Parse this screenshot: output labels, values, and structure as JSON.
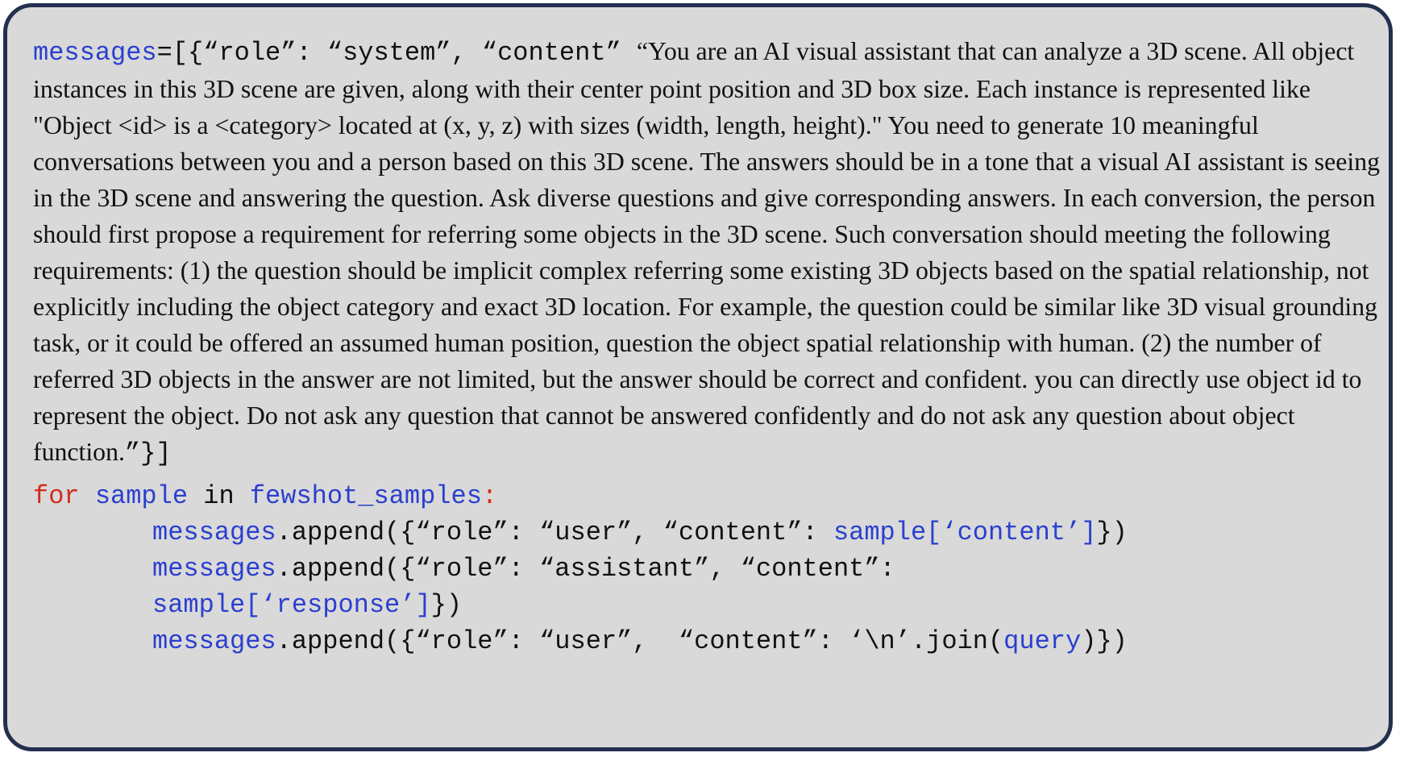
{
  "colors": {
    "panel_background": "#d9d9d9",
    "panel_border": "#23304f",
    "code_blue": "#2b3fcf",
    "keyword_red": "#d42a20",
    "text": "#111111"
  },
  "prompt": {
    "messages_var": "messages",
    "assign_open": "=[{“role”: “system”, “content” ",
    "system_text": "“You are an AI visual assistant that can analyze a 3D scene. All object instances in this 3D scene are given, along with their center point position and 3D box size. Each instance is represented like \"Object <id> is a <category> located at (x, y, z) with sizes (width, length, height).\" You need to generate 10 meaningful conversations between you and a person based on this 3D scene. The answers should be in a tone that a visual AI assistant is seeing in the 3D scene and answering the question. Ask diverse questions and give corresponding answers. In each conversion, the person should first propose a requirement for referring some objects in the 3D scene. Such conversation should meeting the following requirements: (1) the question should be implicit complex referring some existing 3D objects based on the spatial relationship, not explicitly including the object category and exact 3D location. For example, the question could be similar like 3D visual grounding task, or it could be offered an assumed human position, question the object spatial relationship with human. (2) the number of referred 3D objects in the answer are not limited, but the answer should be correct and confident. you can directly use object id to represent the object. Do not ask any question that cannot be answered confidently and do not ask any question about object function.",
    "close": "”}]"
  },
  "code": {
    "kw_for": "for",
    "var_sample": "sample",
    "kw_in": "in",
    "var_fewshot": "fewshot_samples",
    "colon": ":",
    "line1": {
      "obj": "messages",
      "mid": ".append({“role”: “user”, “content”: ",
      "arg": "sample[‘content’]",
      "end": "})"
    },
    "line2": {
      "obj": "messages",
      "mid": ".append({“role”: “assistant”, “content”:"
    },
    "line2b": {
      "arg": "sample[‘response’]",
      "end": "})"
    },
    "line3": {
      "obj": "messages",
      "mid": ".append({“role”: “user”,  “content”: ‘\\n’.join(",
      "arg": "query",
      "end": ")})"
    }
  }
}
